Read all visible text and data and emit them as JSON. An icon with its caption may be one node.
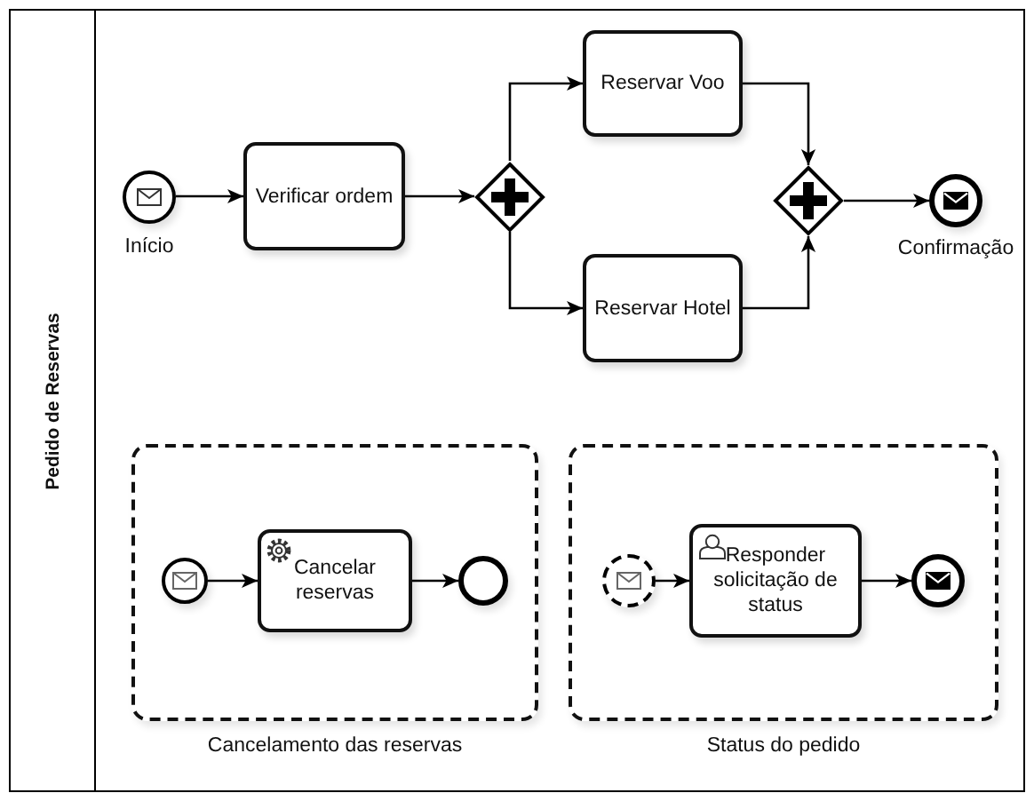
{
  "diagram": {
    "nodes": [
      {
        "text": [
          "Pedido de Reservas"
        ]
      },
      {
        "text": [],
        "shape": "circle",
        "beside": [
          "Início"
        ],
        "in": 0
      },
      {
        "text": [
          "Verificar ordem"
        ],
        "in": 0
      },
      {
        "text": [],
        "shape": "diamond",
        "in": 0
      },
      {
        "text": [
          "Reservar Voo"
        ],
        "in": 0
      },
      {
        "text": [
          "Reservar Hotel"
        ],
        "in": 0
      },
      {
        "text": [],
        "shape": "diamond",
        "in": 0
      },
      {
        "text": [],
        "shape": "circle",
        "beside": [
          "Confirmação"
        ],
        "in": 0
      },
      {
        "text": [
          "Cancelamento das reservas"
        ],
        "in": 0
      },
      {
        "text": [],
        "shape": "circle",
        "in": 8
      },
      {
        "text": [
          "Cancelar reservas"
        ],
        "in": 8
      },
      {
        "text": [],
        "shape": "circle",
        "in": 8
      },
      {
        "text": [
          "Status do pedido"
        ],
        "in": 0
      },
      {
        "text": [],
        "shape": "circle",
        "in": 12
      },
      {
        "text": [
          "Responder solicitação de status"
        ],
        "in": 12
      },
      {
        "text": [],
        "shape": "circle",
        "in": 12
      }
    ],
    "edges": [
      {
        "from": 1,
        "to": 2,
        "arrow": "to"
      },
      {
        "from": 2,
        "to": 3,
        "arrow": "to"
      },
      {
        "from": 3,
        "to": 4,
        "arrow": "to"
      },
      {
        "from": 3,
        "to": 5,
        "arrow": "to"
      },
      {
        "from": 4,
        "to": 6,
        "arrow": "to"
      },
      {
        "from": 5,
        "to": 6,
        "arrow": "to"
      },
      {
        "from": 6,
        "to": 7,
        "arrow": "to"
      },
      {
        "from": 9,
        "to": 10,
        "arrow": "to"
      },
      {
        "from": 10,
        "to": 11,
        "arrow": "to"
      },
      {
        "from": 13,
        "to": 14,
        "arrow": "to"
      },
      {
        "from": 14,
        "to": 15,
        "arrow": "to"
      }
    ]
  }
}
